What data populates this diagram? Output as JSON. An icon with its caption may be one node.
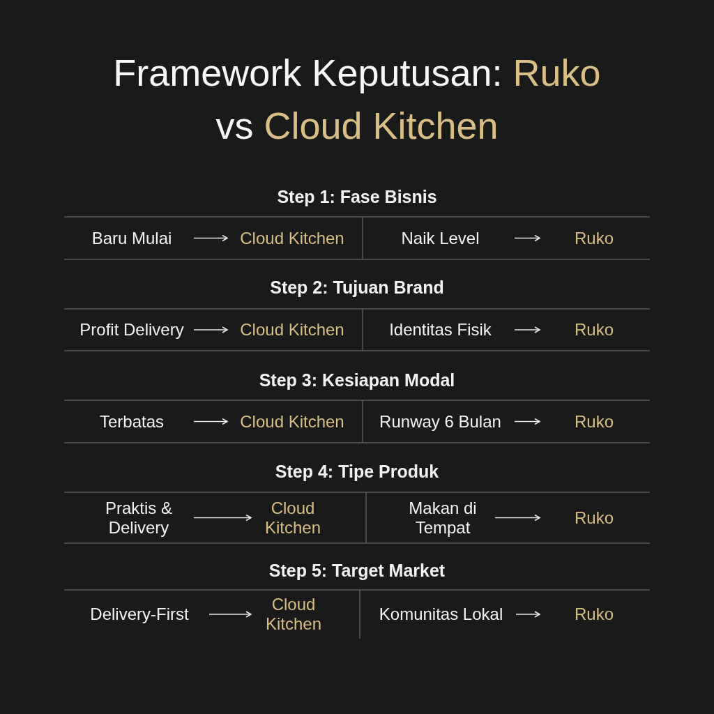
{
  "diagram": {
    "title": "Framework Keputusan: *Ruko* vs *Cloud Kitchen*",
    "nodes": [
      {
        "text": [
          "Baru Mulai"
        ]
      },
      {
        "text": [
          "Cloud Kitchen"
        ]
      },
      {
        "text": [
          "Naik Level"
        ]
      },
      {
        "text": [
          "Ruko"
        ]
      },
      {
        "text": [
          "Profit Delivery"
        ]
      },
      {
        "text": [
          "Cloud Kitchen"
        ]
      },
      {
        "text": [
          "Identitas Fisik"
        ]
      },
      {
        "text": [
          "Ruko"
        ]
      },
      {
        "text": [
          "Terbatas"
        ]
      },
      {
        "text": [
          "Cloud Kitchen"
        ]
      },
      {
        "text": [
          "Runway 6 Bulan"
        ]
      },
      {
        "text": [
          "Ruko"
        ]
      },
      {
        "text": [
          "Praktis & Delivery"
        ]
      },
      {
        "text": [
          "Cloud Kitchen"
        ]
      },
      {
        "text": [
          "Makan di Tempat"
        ]
      },
      {
        "text": [
          "Ruko"
        ]
      },
      {
        "text": [
          "Delivery-First"
        ]
      },
      {
        "text": [
          "Cloud Kitchen"
        ]
      },
      {
        "text": [
          "Komunitas Lokal"
        ]
      },
      {
        "text": [
          "Ruko"
        ]
      }
    ],
    "edges": [
      {
        "from": 0,
        "to": 1,
        "arrow": "to"
      },
      {
        "from": 2,
        "to": 3,
        "arrow": "to"
      },
      {
        "from": 4,
        "to": 5,
        "arrow": "to"
      },
      {
        "from": 6,
        "to": 7,
        "arrow": "to"
      },
      {
        "from": 8,
        "to": 9,
        "arrow": "to"
      },
      {
        "from": 10,
        "to": 11,
        "arrow": "to"
      },
      {
        "from": 12,
        "to": 13,
        "arrow": "to"
      },
      {
        "from": 14,
        "to": 15,
        "arrow": "to"
      },
      {
        "from": 16,
        "to": 17,
        "arrow": "to"
      },
      {
        "from": 18,
        "to": 19,
        "arrow": "to"
      }
    ],
    "labels": [
      "Step 1: Fase Bisnis",
      "Step 2: Tujuan Brand",
      "Step 3: Kesiapan Modal",
      "Step 4: Tipe Produk",
      "Step 5: Target Market"
    ]
  }
}
